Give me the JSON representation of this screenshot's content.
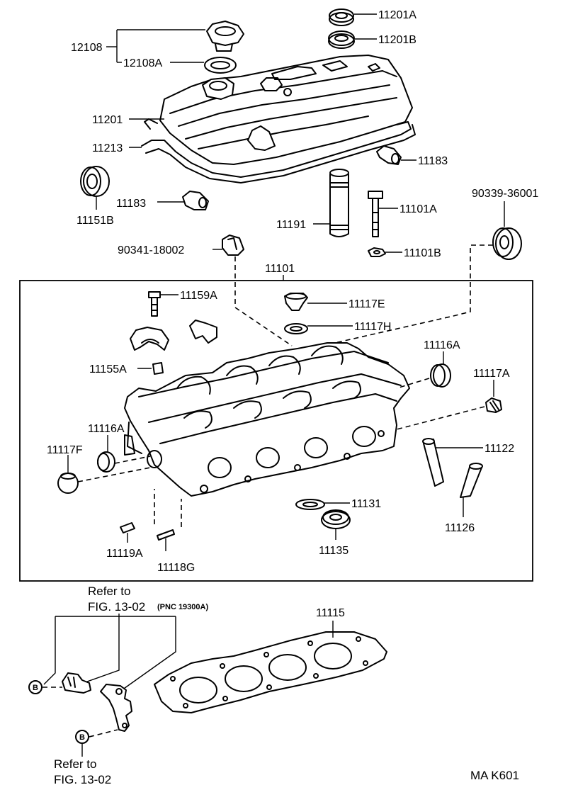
{
  "labels": {
    "p11201A": "11201A",
    "p11201B": "11201B",
    "p12108": "12108",
    "p12108A": "12108A",
    "p11201": "11201",
    "p11213": "11213",
    "p11183a": "11183",
    "p11183b": "11183",
    "p11151B": "11151B",
    "p90339": "90339-36001",
    "p11101A": "11101A",
    "p11191": "11191",
    "p90341": "90341-18002",
    "p11101B": "11101B",
    "p11101": "11101",
    "p11159A": "11159A",
    "p11117E": "11117E",
    "p11117H": "11117H",
    "p11116A_r": "11116A",
    "p11155A": "11155A",
    "p11117A": "11117A",
    "p11116A_l": "11116A",
    "p11117F": "11117F",
    "p11122": "11122",
    "p11131": "11131",
    "p11126": "11126",
    "p11135": "11135",
    "p11119A": "11119A",
    "p11118G": "11118G",
    "p11115": "11115"
  },
  "refs": {
    "refer_top_line1": "Refer to",
    "refer_top_line2": "FIG. 13-02",
    "refer_top_pnc": "(PNC 19300A)",
    "refer_bottom_line1": "Refer to",
    "refer_bottom_line2": "FIG. 13-02",
    "marker_b1": "B",
    "marker_b2": "B"
  },
  "footer": {
    "code": "MA K601"
  }
}
